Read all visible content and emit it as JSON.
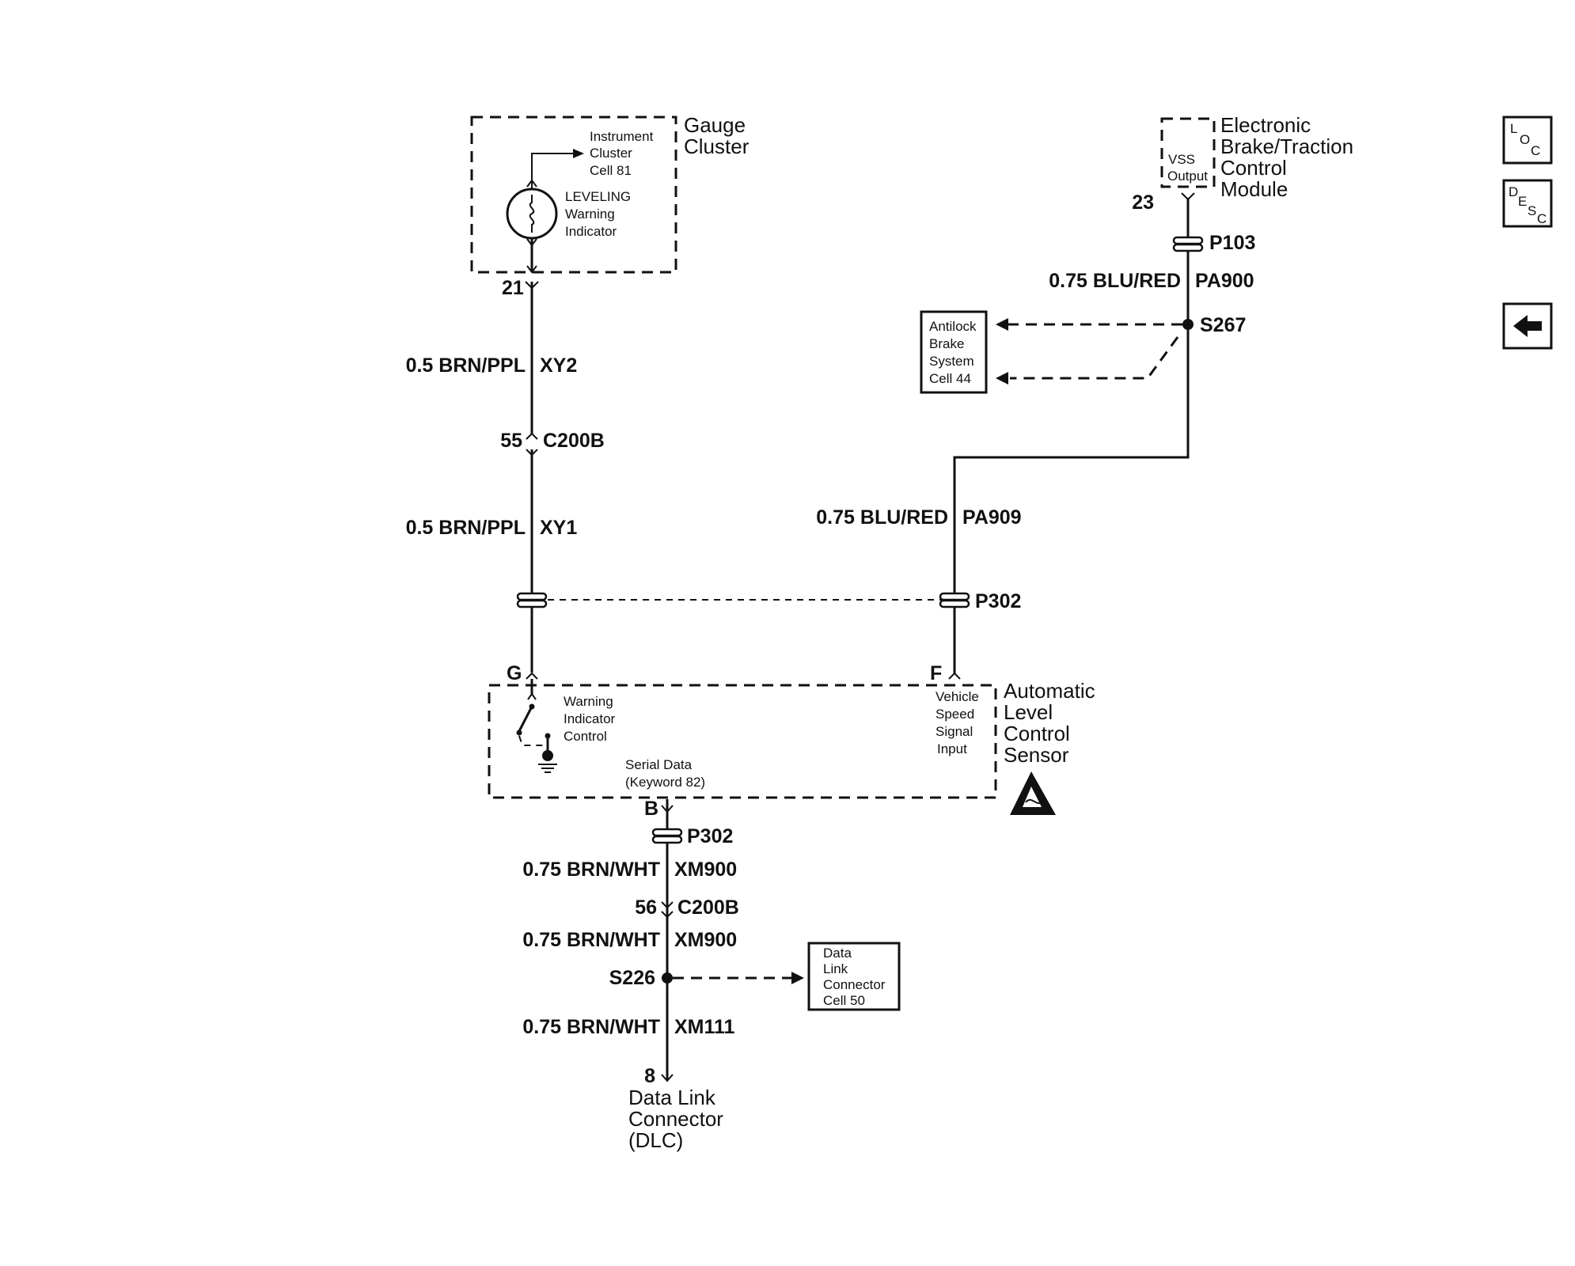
{
  "components": {
    "gauge_cluster": {
      "name": [
        "Gauge",
        "Cluster"
      ],
      "instrument_ref": [
        "Instrument",
        "Cluster",
        "Cell 81"
      ],
      "indicator": [
        "LEVELING",
        "Warning",
        "Indicator"
      ],
      "pin": "21"
    },
    "ebtcm": {
      "name": [
        "Electronic",
        "Brake/Traction",
        "Control",
        "Module"
      ],
      "output": [
        "VSS",
        "Output"
      ],
      "pin": "23"
    },
    "abs_ref": [
      "Antilock",
      "Brake",
      "System",
      "Cell 44"
    ],
    "alc_sensor": {
      "name": [
        "Automatic",
        "Level",
        "Control",
        "Sensor"
      ],
      "warning_control": [
        "Warning",
        "Indicator",
        "Control"
      ],
      "vss_input": [
        "Vehicle",
        "Speed",
        "Signal",
        "Input"
      ],
      "serial_data": [
        "Serial Data",
        "(Keyword 82)"
      ],
      "pin_g": "G",
      "pin_f": "F",
      "pin_b": "B"
    },
    "dlc_ref": [
      "Data",
      "Link",
      "Connector",
      "Cell 50"
    ],
    "dlc": {
      "name": [
        "Data Link",
        "Connector",
        "(DLC)"
      ],
      "pin": "8"
    }
  },
  "wires": {
    "xy2": {
      "gauge": "0.5 BRN/PPL",
      "circuit": "XY2"
    },
    "xy1": {
      "gauge": "0.5 BRN/PPL",
      "circuit": "XY1"
    },
    "pa900": {
      "gauge": "0.75 BLU/RED",
      "circuit": "PA900"
    },
    "pa909": {
      "gauge": "0.75 BLU/RED",
      "circuit": "PA909"
    },
    "xm900_a": {
      "gauge": "0.75 BRN/WHT",
      "circuit": "XM900"
    },
    "xm900_b": {
      "gauge": "0.75 BRN/WHT",
      "circuit": "XM900"
    },
    "xm111": {
      "gauge": "0.75 BRN/WHT",
      "circuit": "XM111"
    }
  },
  "connectors": {
    "c200b_top": {
      "pin": "55",
      "name": "C200B"
    },
    "c200b_bottom": {
      "pin": "56",
      "name": "C200B"
    },
    "p103": "P103",
    "p302_top": "P302",
    "p302_bottom": "P302"
  },
  "splices": {
    "s267": "S267",
    "s226": "S226"
  },
  "nav": {
    "loc": [
      "L",
      "O",
      "C"
    ],
    "desc": [
      "D",
      "E",
      "S",
      "C"
    ],
    "back_icon": "arrow-left-icon"
  }
}
